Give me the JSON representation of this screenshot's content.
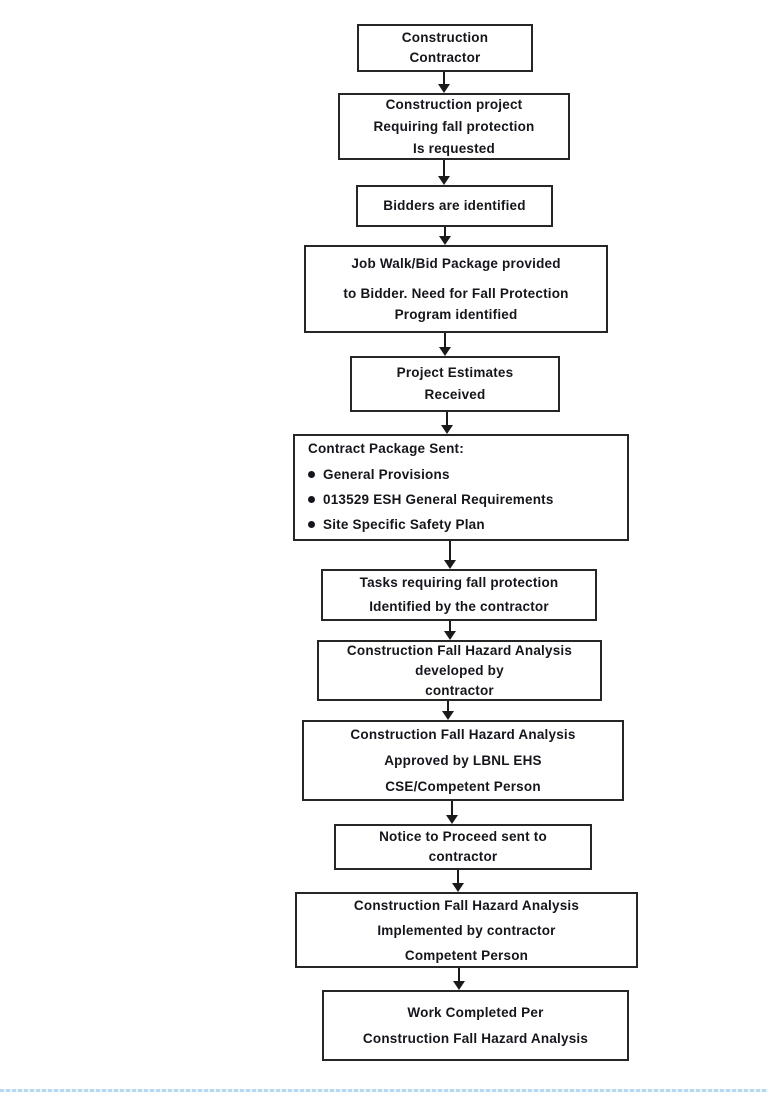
{
  "colors": {
    "box_border": "#262626",
    "text": "#15151c",
    "bottom_rule_blue": "#b5d8f0"
  },
  "flowchart": {
    "nodes": [
      {
        "id": "construction-contractor",
        "lines": [
          "Construction",
          "Contractor"
        ]
      },
      {
        "id": "project-requested",
        "lines": [
          "Construction project",
          "Requiring fall protection",
          "Is requested"
        ]
      },
      {
        "id": "bidders-identified",
        "lines": [
          "Bidders are identified"
        ]
      },
      {
        "id": "job-walk-bid-package",
        "lines": [
          "Job Walk/Bid Package provided",
          "to Bidder.  Need for Fall Protection",
          "Program identified"
        ]
      },
      {
        "id": "project-estimates",
        "lines": [
          "Project Estimates",
          "Received"
        ]
      },
      {
        "id": "contract-package",
        "header": "Contract Package Sent:",
        "bullets": [
          "General Provisions",
          "013529 ESH General Requirements",
          "Site Specific Safety Plan"
        ]
      },
      {
        "id": "tasks-identified",
        "lines": [
          "Tasks requiring fall protection",
          "Identified by the contractor"
        ]
      },
      {
        "id": "cfha-developed",
        "lines": [
          "Construction Fall Hazard Analysis",
          "developed by",
          "contractor"
        ]
      },
      {
        "id": "cfha-approved",
        "lines": [
          "Construction Fall Hazard Analysis",
          "Approved by LBNL EHS",
          "CSE/Competent Person"
        ]
      },
      {
        "id": "notice-to-proceed",
        "lines": [
          "Notice to Proceed sent to",
          "contractor"
        ]
      },
      {
        "id": "cfha-implemented",
        "lines": [
          "Construction Fall Hazard Analysis",
          "Implemented by contractor",
          "Competent Person"
        ]
      },
      {
        "id": "work-completed",
        "lines": [
          "Work Completed Per",
          "Construction Fall Hazard Analysis"
        ]
      }
    ]
  }
}
